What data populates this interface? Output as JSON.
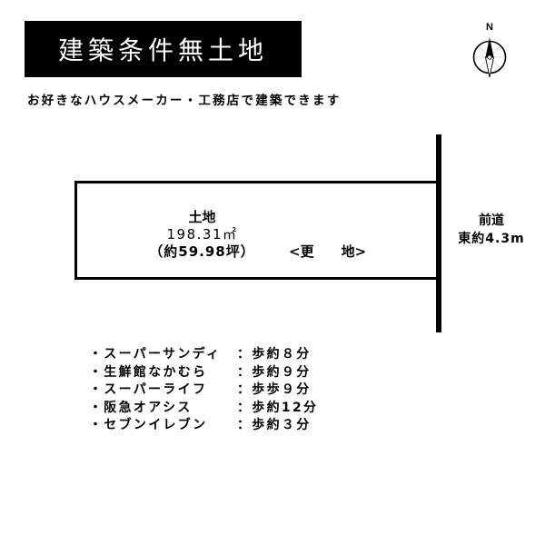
{
  "header": {
    "title": "建築条件無土地",
    "subtitle": "お好きなハウスメーカー・工務店で建築できます"
  },
  "compass": {
    "north_label": "N",
    "icon": "compass-north-icon"
  },
  "plot": {
    "label": "土地",
    "area": "198.31㎡",
    "tsubo": "（約59.98坪）",
    "status": "<更　　地>"
  },
  "road": {
    "label": "前道",
    "width": "東約4.3m"
  },
  "facilities": [
    {
      "name": "・スーパーサンディ",
      "time": "：歩約８分"
    },
    {
      "name": "・生鮮館なかむら",
      "time": "：歩約９分"
    },
    {
      "name": "・スーパーライフ",
      "time": "：歩歩９分"
    },
    {
      "name": "・阪急オアシス",
      "time": "：歩約12分"
    },
    {
      "name": "・セブンイレブン",
      "time": "：歩約３分"
    }
  ],
  "colors": {
    "title_bg": "#000000",
    "title_fg": "#ffffff",
    "line": "#000000"
  }
}
